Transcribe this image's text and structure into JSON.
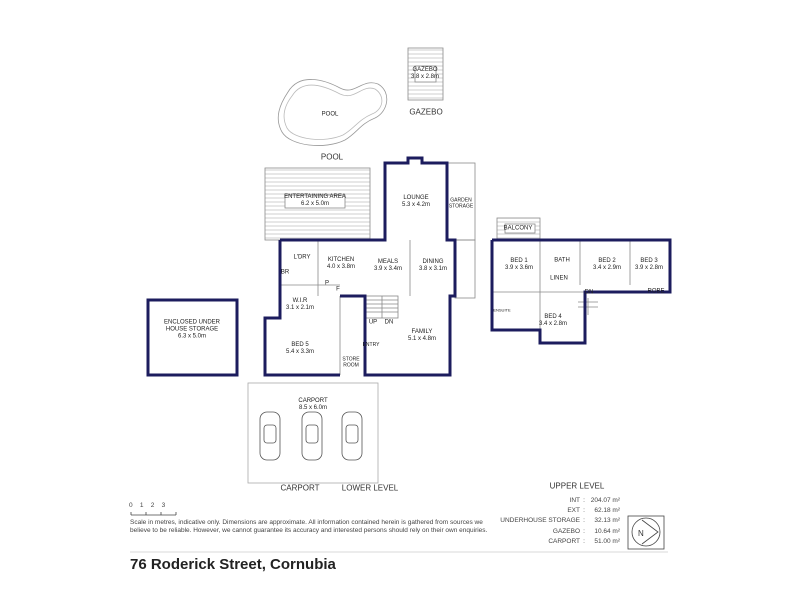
{
  "title": "76 Roderick Street, Cornubia",
  "disclaimer": [
    "Scale in metres, indicative only. Dimensions are approximate. All information contained herein is gathered from sources we",
    "believe to be reliable. However, we cannot guarantee its accuracy and interested persons should rely on their own enquiries."
  ],
  "scale_ticks": [
    "0",
    "1",
    "2",
    "3"
  ],
  "colors": {
    "wall": "#1c1c5e",
    "thin": "#8a8a8a",
    "deck": "#cfcfcf"
  },
  "section_labels": {
    "gazebo": "GAZEBO",
    "pool": "POOL",
    "carport": "CARPORT",
    "lower": "LOWER LEVEL",
    "upper": "UPPER LEVEL"
  },
  "rooms": {
    "gazebo": {
      "name": "GAZEBO",
      "dim": "3.8 x 2.8m"
    },
    "pool": {
      "name": "POOL"
    },
    "entertaining": {
      "name": "ENTERTAINING AREA",
      "dim": "6.2 x 5.0m"
    },
    "lounge": {
      "name": "LOUNGE",
      "dim": "5.3 x 4.2m"
    },
    "garden_storage": {
      "name": "GARDEN\nSTORAGE"
    },
    "laundry": {
      "name": "L'DRY"
    },
    "br": {
      "name": "BR"
    },
    "kitchen": {
      "name": "KITCHEN",
      "dim": "4.0 x 3.8m"
    },
    "meals": {
      "name": "MEALS",
      "dim": "3.9 x 3.4m"
    },
    "dining": {
      "name": "DINING",
      "dim": "3.8 x 3.1m"
    },
    "pantry": {
      "name": "P"
    },
    "fridge": {
      "name": "F"
    },
    "wir": {
      "name": "W.I.R",
      "dim": "3.1 x 2.1m"
    },
    "bed5": {
      "name": "BED 5",
      "dim": "5.4 x 3.3m"
    },
    "store": {
      "name": "STORE\nROOM"
    },
    "entry": {
      "name": "ENTRY"
    },
    "up": "UP",
    "dn": "DN",
    "family": {
      "name": "FAMILY",
      "dim": "5.1 x 4.8m"
    },
    "underhouse": {
      "name": "ENCLOSED UNDER\nHOUSE STORAGE",
      "dim": "6.3 x 5.0m"
    },
    "carport": {
      "name": "CARPORT",
      "dim": "8.5 x 6.0m"
    },
    "balcony": {
      "name": "BALCONY"
    },
    "bed1": {
      "name": "BED 1",
      "dim": "3.9 x 3.6m"
    },
    "bath": {
      "name": "BATH"
    },
    "linen": {
      "name": "LINEN"
    },
    "bed2": {
      "name": "BED 2",
      "dim": "3.4 x 2.9m"
    },
    "bed3": {
      "name": "BED 3",
      "dim": "3.9 x 2.8m"
    },
    "robe": {
      "name": "ROBE"
    },
    "upper_dn": "DN",
    "ensuite": {
      "name": "ENSUITE"
    },
    "bed4": {
      "name": "BED 4",
      "dim": "3.4 x 2.8m"
    }
  },
  "areas": [
    {
      "label": "INT",
      "value": "204.07 m²"
    },
    {
      "label": "EXT",
      "value": "62.18 m²"
    },
    {
      "label": "UNDERHOUSE STORAGE",
      "value": "32.13 m²"
    },
    {
      "label": "GAZEBO",
      "value": "10.64 m²"
    },
    {
      "label": "CARPORT",
      "value": "51.00 m²"
    }
  ],
  "compass": {
    "label": "N",
    "icon": "north-arrow-icon"
  }
}
